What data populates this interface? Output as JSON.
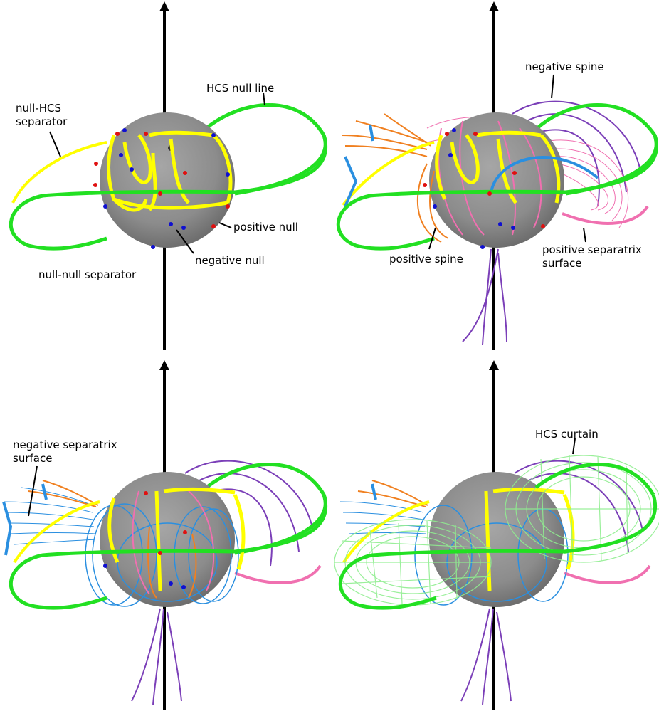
{
  "colors": {
    "background": "#ffffff",
    "sun": "#8f8f8f",
    "axis": "#000000",
    "hcs_null_line": "#22e022",
    "null_hcs_separator": "#ffff00",
    "null_null_separator": "#ffff00",
    "positive_null": "#e01010",
    "negative_null": "#1010d0",
    "positive_spine": "#f08020",
    "negative_spine": "#7b3fb8",
    "positive_separatrix_surface": "#f070b0",
    "negative_separatrix_surface": "#2a8fe0",
    "hcs_curtain": "#90ee90"
  },
  "panels": [
    {
      "id": "top-left",
      "labels": {
        "hcs_null_line": "HCS null line",
        "null_hcs_separator_1": "null-HCS",
        "null_hcs_separator_2": "separator",
        "positive_null": "positive null",
        "negative_null": "negative null",
        "null_null_separator": "null-null separator"
      }
    },
    {
      "id": "top-right",
      "labels": {
        "negative_spine": "negative spine",
        "positive_spine": "positive spine",
        "positive_separatrix_1": "positive separatrix",
        "positive_separatrix_2": "surface"
      }
    },
    {
      "id": "bottom-left",
      "labels": {
        "negative_separatrix_1": "negative separatrix",
        "negative_separatrix_2": "surface"
      }
    },
    {
      "id": "bottom-right",
      "labels": {
        "hcs_curtain": "HCS curtain"
      }
    }
  ]
}
